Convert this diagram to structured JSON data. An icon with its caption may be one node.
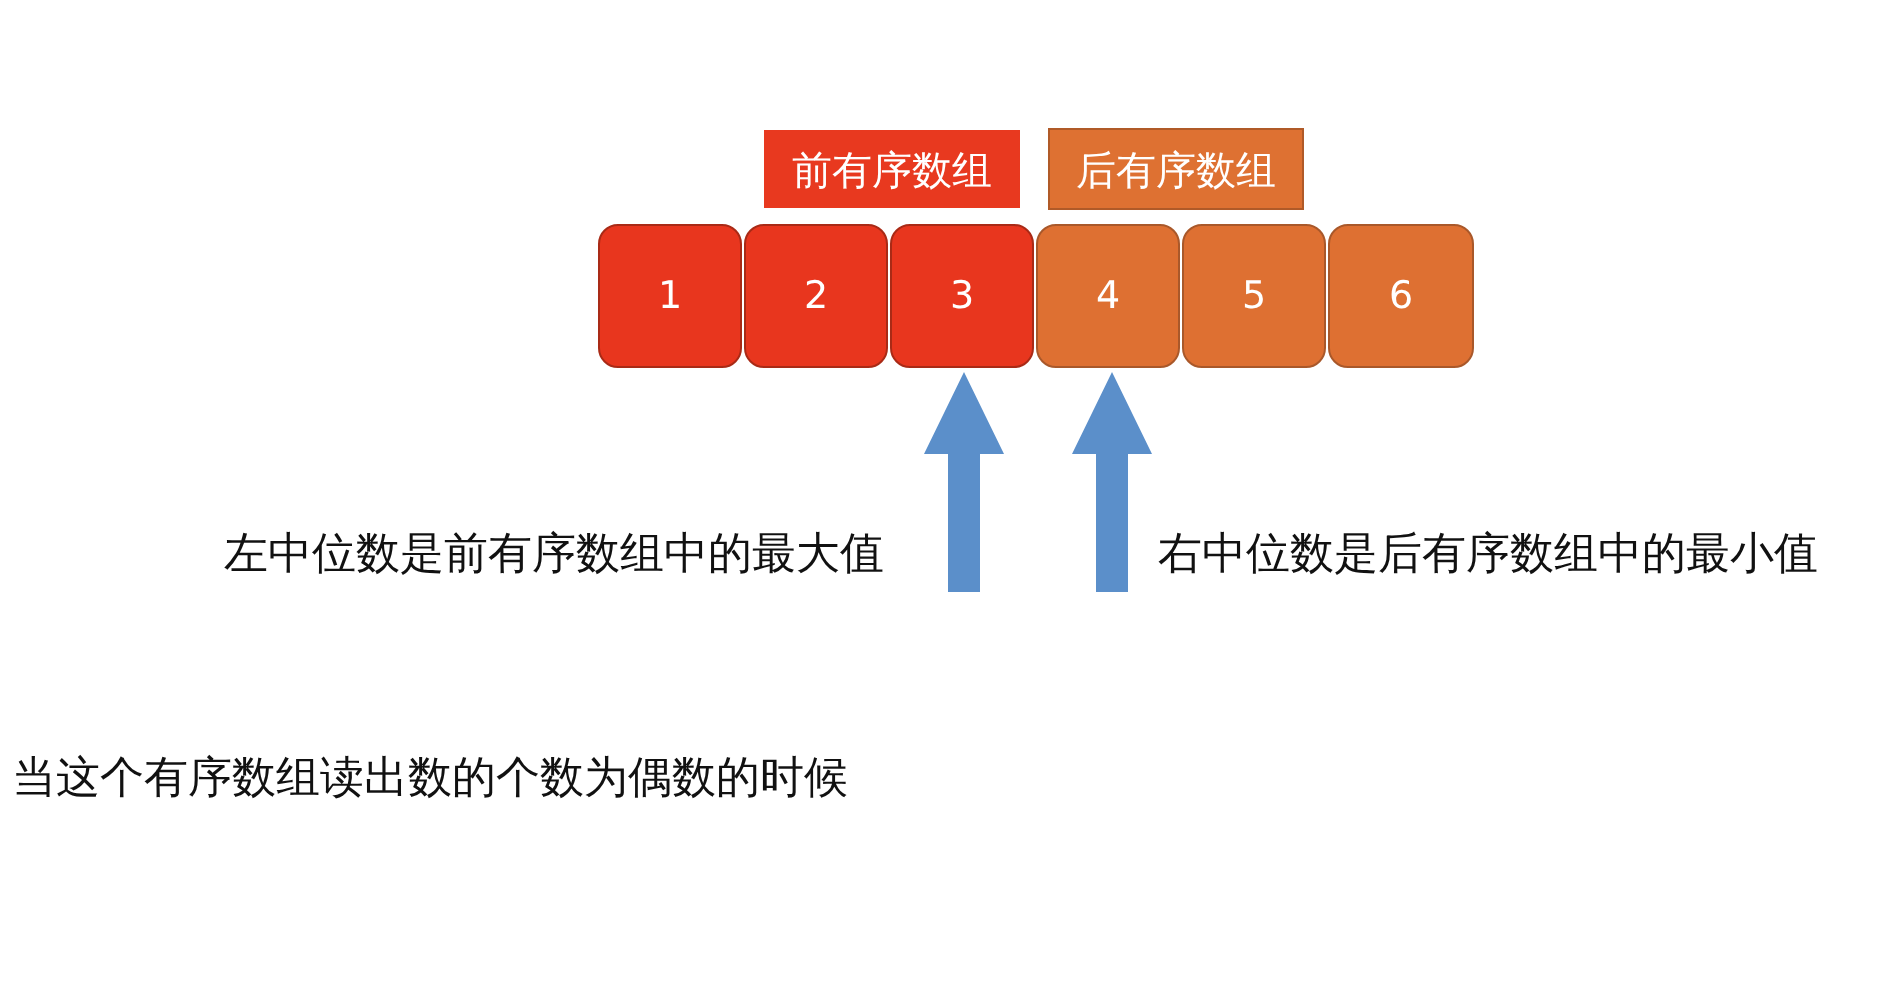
{
  "diagram": {
    "nodes": [
      {
        "text": [
          "前有序数组"
        ]
      },
      {
        "text": [
          "后有序数组"
        ]
      },
      {
        "text": [
          "1"
        ]
      },
      {
        "text": [
          "2"
        ]
      },
      {
        "text": [
          "3"
        ]
      },
      {
        "text": [
          "4"
        ]
      },
      {
        "text": [
          "5"
        ]
      },
      {
        "text": [
          "6"
        ]
      }
    ],
    "edges": [
      {
        "from": null,
        "to": 4,
        "arrow": "to",
        "style": "thick"
      },
      {
        "from": null,
        "to": 5,
        "arrow": "to",
        "style": "thick"
      }
    ],
    "labels": [
      "左中位数是前有序数组中的最大值",
      "右中位数是后有序数组中的最小值",
      "当这个有序数组读出数的个数为偶数的时候"
    ]
  }
}
